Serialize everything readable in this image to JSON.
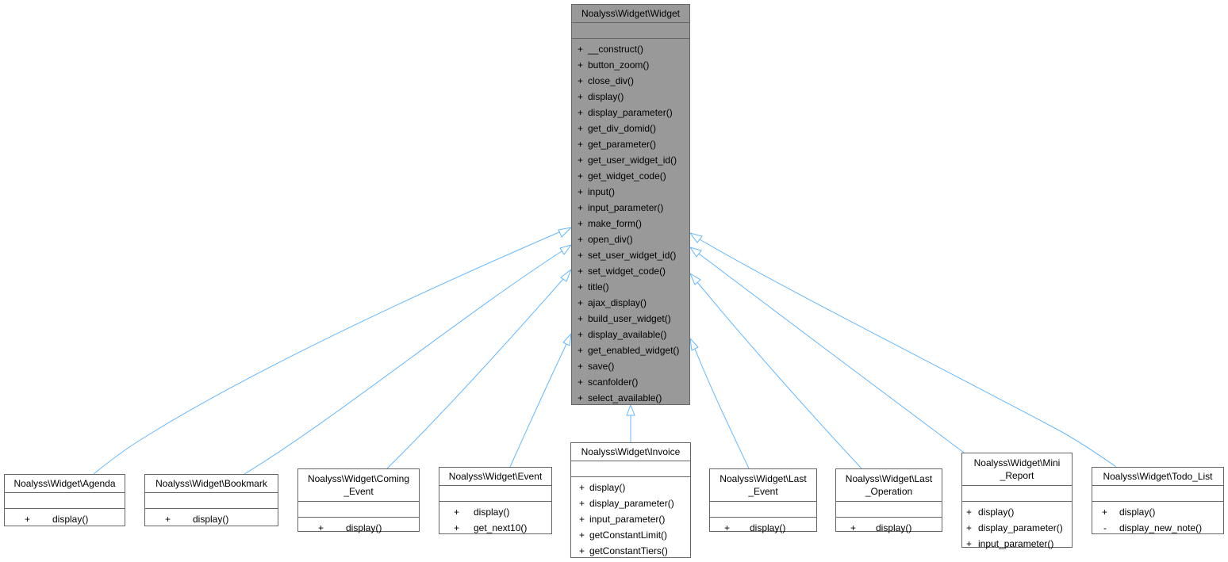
{
  "base": {
    "name": "Noalyss\\Widget\\Widget",
    "methods": [
      "__construct()",
      "button_zoom()",
      "close_div()",
      "display()",
      "display_parameter()",
      "get_div_domid()",
      "get_parameter()",
      "get_user_widget_id()",
      "get_widget_code()",
      "input()",
      "input_parameter()",
      "make_form()",
      "open_div()",
      "set_user_widget_id()",
      "set_widget_code()",
      "title()",
      "ajax_display()",
      "build_user_widget()",
      "display_available()",
      "get_enabled_widget()",
      "save()",
      "scanfolder()",
      "select_available()"
    ]
  },
  "children": [
    {
      "name_lines": [
        "Noalyss\\Widget\\Agenda"
      ],
      "methods": [
        {
          "vis": "+",
          "name": "display()"
        }
      ]
    },
    {
      "name_lines": [
        "Noalyss\\Widget\\Bookmark"
      ],
      "methods": [
        {
          "vis": "+",
          "name": "display()"
        }
      ]
    },
    {
      "name_lines": [
        "Noalyss\\Widget\\Coming",
        "_Event"
      ],
      "methods": [
        {
          "vis": "+",
          "name": "display()"
        }
      ]
    },
    {
      "name_lines": [
        "Noalyss\\Widget\\Event"
      ],
      "methods": [
        {
          "vis": "+",
          "name": "display()"
        },
        {
          "vis": "+",
          "name": "get_next10()"
        }
      ]
    },
    {
      "name_lines": [
        "Noalyss\\Widget\\Invoice"
      ],
      "methods": [
        {
          "vis": "+",
          "name": "display()"
        },
        {
          "vis": "+",
          "name": "display_parameter()"
        },
        {
          "vis": "+",
          "name": "input_parameter()"
        },
        {
          "vis": "+",
          "name": "getConstantLimit()"
        },
        {
          "vis": "+",
          "name": "getConstantTiers()"
        }
      ]
    },
    {
      "name_lines": [
        "Noalyss\\Widget\\Last",
        "_Event"
      ],
      "methods": [
        {
          "vis": "+",
          "name": "display()"
        }
      ]
    },
    {
      "name_lines": [
        "Noalyss\\Widget\\Last",
        "_Operation"
      ],
      "methods": [
        {
          "vis": "+",
          "name": "display()"
        }
      ]
    },
    {
      "name_lines": [
        "Noalyss\\Widget\\Mini",
        "_Report"
      ],
      "methods": [
        {
          "vis": "+",
          "name": "display()"
        },
        {
          "vis": "+",
          "name": "display_parameter()"
        },
        {
          "vis": "+",
          "name": "input_parameter()"
        }
      ]
    },
    {
      "name_lines": [
        "Noalyss\\Widget\\Todo_List"
      ],
      "methods": [
        {
          "vis": "+",
          "name": "display()"
        },
        {
          "vis": "-",
          "name": "display_new_note()"
        }
      ]
    }
  ],
  "colors": {
    "edge": "#63B8FF",
    "base_fill": "#999999",
    "border": "#666666"
  }
}
